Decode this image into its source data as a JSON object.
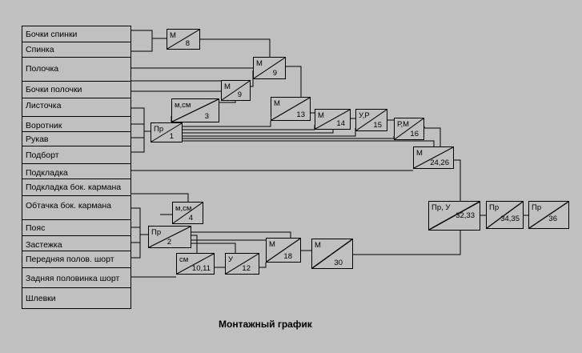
{
  "diagram": {
    "caption": "Монтажный график",
    "parts": [
      "Бочки спинки",
      "Спинка",
      "Полочка",
      "Бочки полочки",
      "Листочка",
      "Воротник",
      "Рукав",
      "Подборт",
      "Подкладка",
      "Подкладка бок. кармана",
      "Обтачка бок. кармана",
      "Пояс",
      "Застежка",
      "Передняя полов. шорт",
      "Задняя половинка шорт",
      "Шлевки"
    ],
    "operations": [
      {
        "code": "М",
        "num": "8"
      },
      {
        "code": "М",
        "num": "9"
      },
      {
        "code": "М",
        "num": "9"
      },
      {
        "code": "м,см",
        "num": "3"
      },
      {
        "code": "Пр",
        "num": "1"
      },
      {
        "code": "М",
        "num": "13"
      },
      {
        "code": "М",
        "num": "14"
      },
      {
        "code": "У,Р",
        "num": "15"
      },
      {
        "code": "Р,М",
        "num": "16"
      },
      {
        "code": "М",
        "num": "24,26"
      },
      {
        "code": "м,см",
        "num": "4"
      },
      {
        "code": "Пр",
        "num": "2"
      },
      {
        "code": "см",
        "num": "10,11"
      },
      {
        "code": "У",
        "num": "12"
      },
      {
        "code": "М",
        "num": "18"
      },
      {
        "code": "М",
        "num": "30"
      },
      {
        "code": "Пр, У",
        "num": "32,33"
      },
      {
        "code": "Пр",
        "num": "34,35"
      },
      {
        "code": "Пр",
        "num": "36"
      }
    ]
  }
}
